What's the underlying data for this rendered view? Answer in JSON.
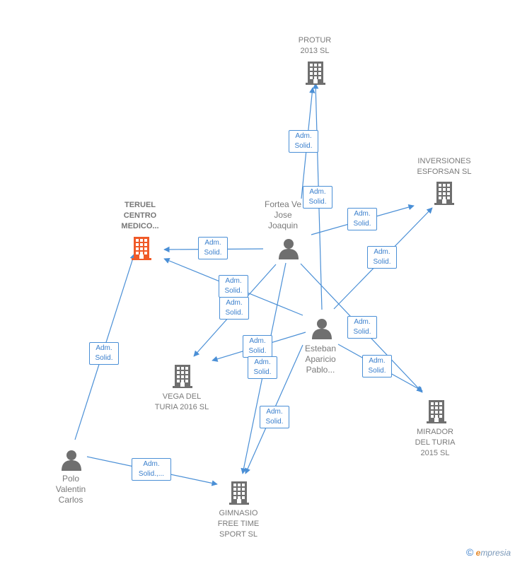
{
  "nodes": [
    {
      "id": "protur",
      "kind": "company",
      "label": "PROTUR\n2013 SL"
    },
    {
      "id": "inversiones",
      "kind": "company",
      "label": "INVERSIONES\nESFORSAN  SL"
    },
    {
      "id": "teruel",
      "kind": "company",
      "label": "TERUEL\nCENTRO\nMEDICO...",
      "focus": true
    },
    {
      "id": "vega",
      "kind": "company",
      "label": "VEGA DEL\nTURIA 2016  SL"
    },
    {
      "id": "mirador",
      "kind": "company",
      "label": "MIRADOR\nDEL TURIA\n2015  SL"
    },
    {
      "id": "gimnasio",
      "kind": "company",
      "label": "GIMNASIO\nFREE TIME\nSPORT  SL"
    },
    {
      "id": "fortea",
      "kind": "person",
      "label": "Fortea Ve\nJose\nJoaquin"
    },
    {
      "id": "esteban",
      "kind": "person",
      "label": "Esteban\nAparicio\nPablo..."
    },
    {
      "id": "polo",
      "kind": "person",
      "label": "Polo\nValentin\nCarlos"
    }
  ],
  "edges": [
    {
      "label": "Adm.\nSolid."
    },
    {
      "label": "Adm.\nSolid."
    },
    {
      "label": "Adm.\nSolid."
    },
    {
      "label": "Adm.\nSolid."
    },
    {
      "label": "Adm.\nSolid."
    },
    {
      "label": "Adm.\nSolid."
    },
    {
      "label": "Adm.\nSolid."
    },
    {
      "label": "Adm.\nSolid."
    },
    {
      "label": "Adm.\nSolid."
    },
    {
      "label": "Adm.\nSolid."
    },
    {
      "label": "Adm.\nSolid."
    },
    {
      "label": "Adm.\nSolid."
    },
    {
      "label": "Adm.\nSolid."
    },
    {
      "label": "Adm.\nSolid.,..."
    }
  ],
  "colors": {
    "edge": "#4a8fd6",
    "company_icon": "#6f6f6f",
    "focus_icon": "#f05a28",
    "person_icon": "#6f6f6f"
  },
  "copyright": {
    "symbol": "©",
    "brand_initial": "e",
    "brand_rest": "mpresia"
  }
}
